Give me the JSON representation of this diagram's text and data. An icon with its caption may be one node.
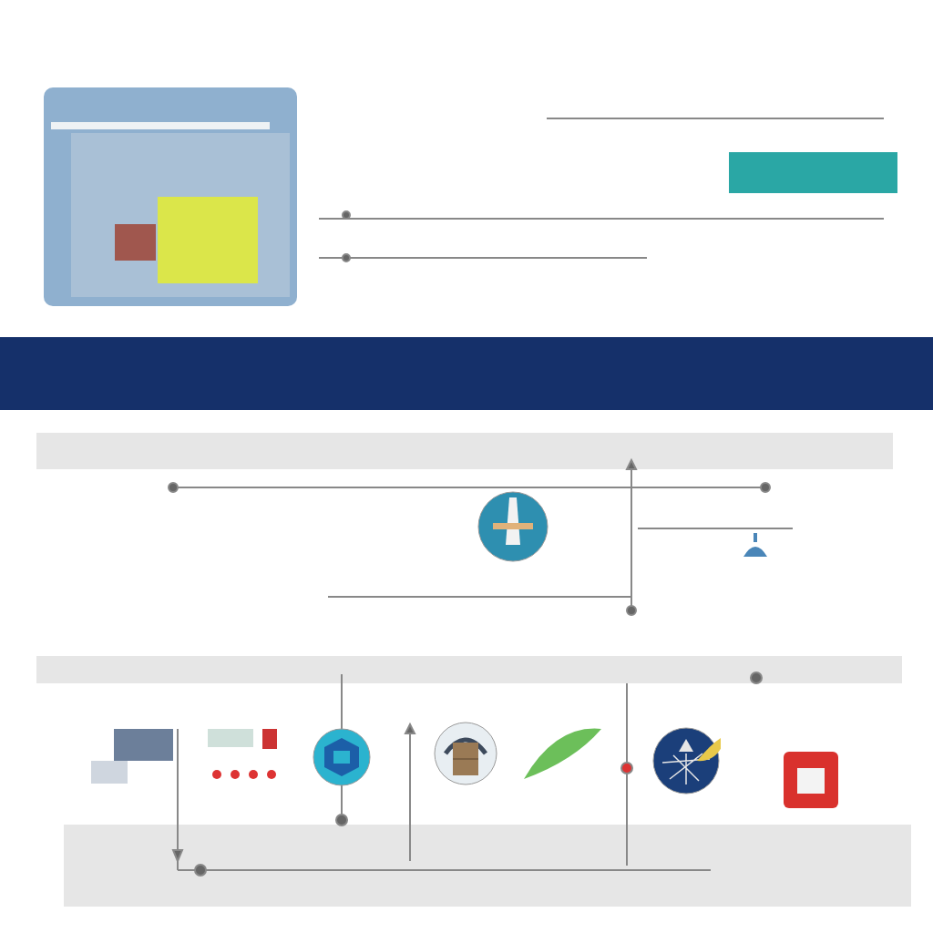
{
  "diagram": {
    "nodes": [
      {
        "text": [],
        "shape": "picture"
      },
      {
        "text": [],
        "shape": "box"
      },
      {
        "text": [],
        "shape": "bar"
      },
      {
        "text": [],
        "shape": "picture"
      },
      {
        "text": [],
        "shape": "picture"
      },
      {
        "text": [],
        "shape": "picture"
      },
      {
        "text": [],
        "shape": "picture"
      },
      {
        "text": [],
        "shape": "picture"
      },
      {
        "text": [],
        "shape": "picture"
      },
      {
        "text": [],
        "shape": "picture"
      },
      {
        "text": [],
        "shape": "picture"
      },
      {
        "text": [],
        "shape": "picture"
      }
    ]
  }
}
